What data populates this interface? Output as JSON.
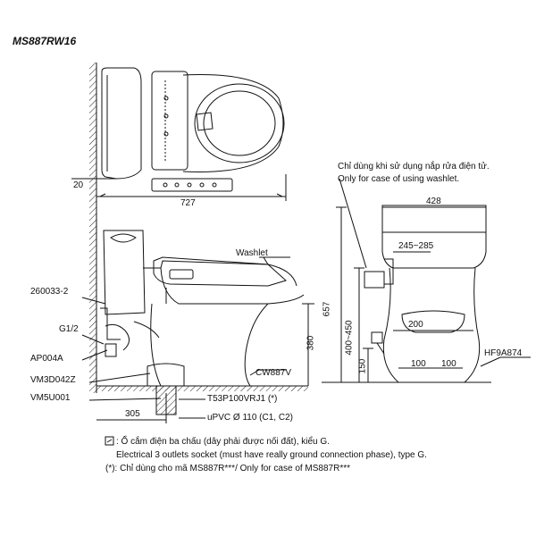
{
  "model": "MS887RW16",
  "dimensions": {
    "wall_gap": "20",
    "top_length": "727",
    "rough_in": "305",
    "front_width": "428",
    "tank_height": "657",
    "seat_height": "380",
    "seat_range": "400~450",
    "washlet_span": "245~285",
    "inner_width": "200",
    "foot_left": "100",
    "foot_right": "100",
    "foot_height": "150"
  },
  "parts": {
    "washlet": "Washlet",
    "p260033": "260033-2",
    "g12": "G1/2",
    "ap004a": "AP004A",
    "vm3d": "VM3D042Z",
    "vm5u": "VM5U001",
    "cw887v": "CW887V",
    "t53p": "T53P100VRJ1 (*)",
    "upvc": "uPVC Ø 110 (C1, C2)",
    "hf9a": "HF9A874"
  },
  "washlet_note": {
    "vi": "Chỉ dùng khi sử dụng nắp rửa điện tử.",
    "en": "Only for case of using washlet."
  },
  "footnotes": {
    "socket_vi": ": Ổ cắm điện ba chấu (dây phải được nối đất), kiểu G.",
    "socket_en": "Electrical 3 outlets socket (must have really ground connection phase), type G.",
    "star": "(*): Chỉ dùng cho mã MS887R***/ Only for case of MS887R***"
  }
}
